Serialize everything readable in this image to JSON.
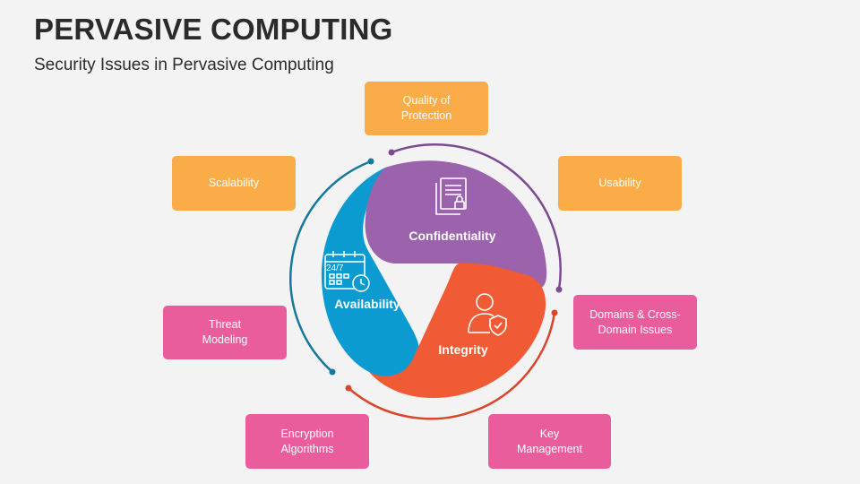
{
  "header": {
    "title": "PERVASIVE COMPUTING",
    "subtitle": "Security Issues in Pervasive Computing"
  },
  "segments": {
    "confidentiality": "Confidentiality",
    "availability": "Availability",
    "integrity": "Integrity",
    "calendar_icon_text": "24/7"
  },
  "issues": {
    "quality_of_protection": "Quality of Protection",
    "scalability": "Scalability",
    "usability": "Usability",
    "threat_modeling": "Threat Modeling",
    "domains_cross_domain": "Domains & Cross-Domain Issues",
    "encryption_algorithms": "Encryption Algorithms",
    "key_management": "Key Management"
  },
  "colors": {
    "purple": "#9a63ab",
    "blue": "#0b9bd0",
    "red": "#f05a35",
    "orange_box": "#f9ac47",
    "pink_box": "#ea5d9c",
    "arc_blue": "#16799c",
    "arc_purple": "#7c4a92",
    "arc_red": "#d9462a"
  }
}
